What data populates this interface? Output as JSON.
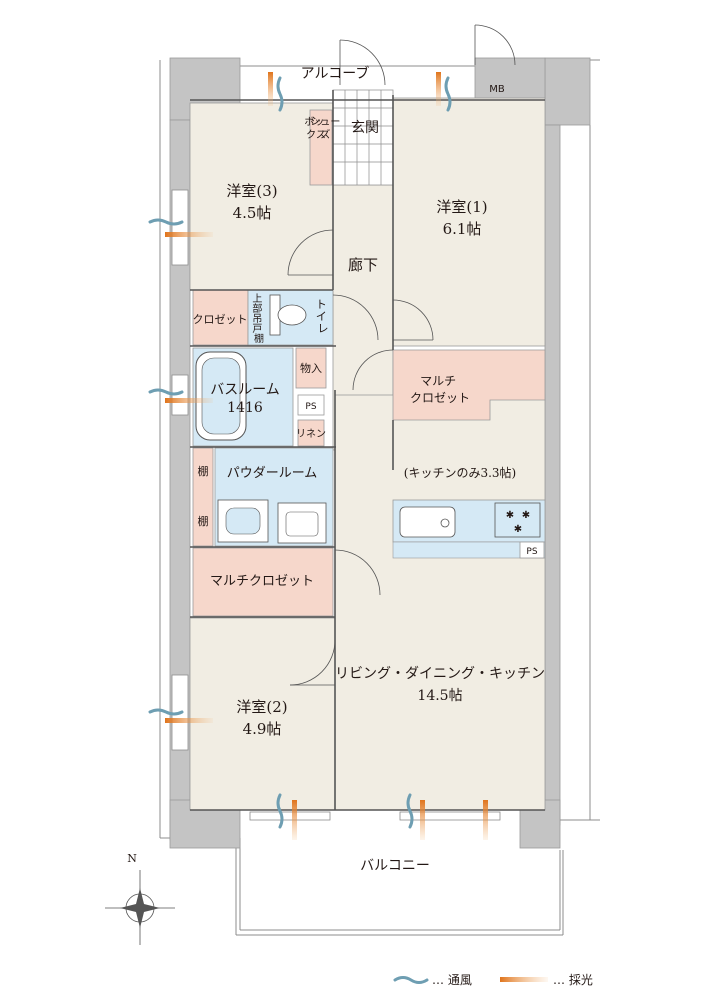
{
  "rooms": {
    "alcove": "アルコーブ",
    "mb": "MB",
    "entrance": "玄関",
    "shoe_box": [
      "シュー",
      "ズ",
      "ボッ",
      "クス"
    ],
    "western3_name": "洋室(3)",
    "western3_size": "4.5帖",
    "western1_name": "洋室(1)",
    "western1_size": "6.1帖",
    "hallway": "廊下",
    "closet": "クロゼット",
    "upper_shelf": [
      "上",
      "部",
      "吊",
      "戸",
      "棚"
    ],
    "toilet": [
      "ト",
      "イ",
      "レ"
    ],
    "storage": "物入",
    "bathroom": "バスルーム",
    "bath_size": "1416",
    "ps": "PS",
    "linen": "リネン",
    "multi_closet_top": [
      "マルチ",
      "クロゼット"
    ],
    "kitchen_note": "(キッチンのみ3.3帖)",
    "shelf": "棚",
    "powder": "パウダールーム",
    "multi_closet": "マルチクロゼット",
    "ldk_name": "リビング・ダイニング・キッチン",
    "ldk_size": "14.5帖",
    "western2_name": "洋室(2)",
    "western2_size": "4.9帖",
    "balcony": "バルコニー",
    "ps_kitchen": "PS"
  },
  "compass": {
    "north": "N"
  },
  "legend": {
    "ventilation": "… 通風",
    "daylight": "… 採光"
  },
  "colors": {
    "floor": "#f1ede3",
    "wet": "#d5e9f5",
    "closet": "#f6d7cb",
    "wall": "#c4c4c4",
    "vent": "#6e9eb2",
    "light": "#e58a2c"
  }
}
